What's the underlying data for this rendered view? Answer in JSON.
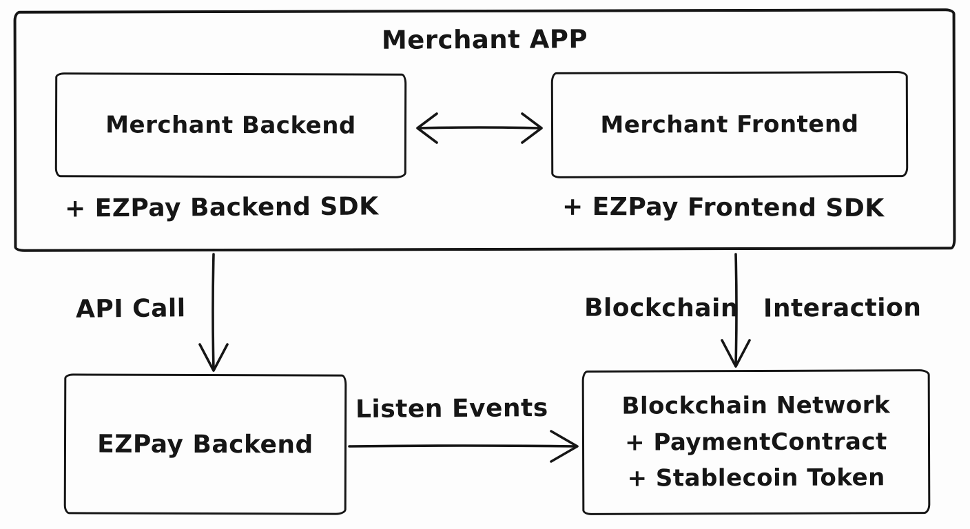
{
  "colors": {
    "ink": "#161616",
    "background": "#fdfdfd"
  },
  "merchant_app": {
    "title": "Merchant APP",
    "backend_label": "Merchant Backend",
    "frontend_label": "Merchant Frontend",
    "backend_sdk": "+ EZPay Backend SDK",
    "frontend_sdk": "+ EZPay Frontend SDK"
  },
  "connections": {
    "api_call": "API Call",
    "blockchain_interaction_left": "Blockchain",
    "blockchain_interaction_right": "Interaction",
    "listen_events": "Listen Events"
  },
  "ezpay_backend": {
    "label": "EZPay Backend"
  },
  "blockchain_network": {
    "title": "Blockchain Network",
    "item_payment_contract": "+ PaymentContract",
    "item_stablecoin_token": "+ Stablecoin Token"
  }
}
